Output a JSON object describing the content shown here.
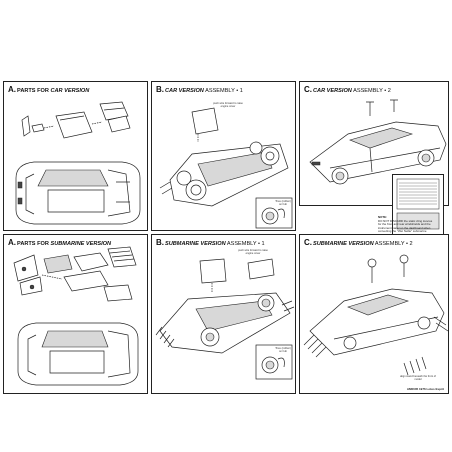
{
  "panels": {
    "a_car": {
      "step": "A.",
      "title_main": "PARTS FOR ",
      "title_em": "CAR VERSION",
      "title_rest": ""
    },
    "b_car": {
      "step": "B.",
      "title_main": "",
      "title_em": "CAR VERSION",
      "title_rest": " ASSEMBLY • 1"
    },
    "c_car": {
      "step": "C.",
      "title_main": "",
      "title_em": "CAR VERSION",
      "title_rest": " ASSEMBLY • 2"
    },
    "a_sub": {
      "step": "A.",
      "title_main": "PARTS FOR ",
      "title_em": "SUBMARINE VERSION",
      "title_rest": ""
    },
    "b_sub": {
      "step": "B.",
      "title_main": "",
      "title_em": "SUBMARINE VERSION",
      "title_rest": " ASSEMBLY • 1"
    },
    "c_sub": {
      "step": "C.",
      "title_main": "",
      "title_em": "SUBMARINE VERSION",
      "title_rest": " ASSEMBLY • 2"
    }
  },
  "callouts": {
    "b_car_push": "push wire forward to raise engine cover",
    "b_car_tires": "Tires (rubber) on hub",
    "b_sub_push": "push wire forward to raise engine cover",
    "b_sub_tires": "Tires (rubber) on hub",
    "c_sub_note": "align stand beneath the front of model"
  },
  "note": {
    "heading": "NOTE:",
    "lines": [
      "DO NOT DISCARD the static cling louvres",
      "for the front and rear windshields and the",
      "instrument panel on the dashboard when",
      "converting the \"Wet Nellie\" submarine",
      "into the 1976 Lotus Esprit sports car.",
      "Store them on the static cling sheet",
      "included with the extra car parts."
    ]
  },
  "footer": {
    "code": "AM0035 1976 Lotus Esprit"
  },
  "icons": [
    "screwdriver-icon",
    "magnifier-icon",
    "wheel-icon",
    "car-icon",
    "submarine-icon"
  ]
}
